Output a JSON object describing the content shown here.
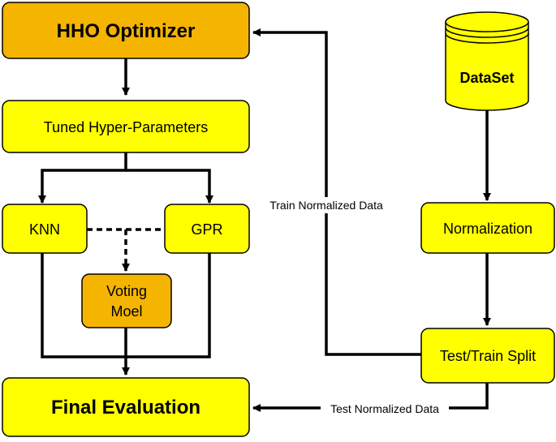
{
  "colors": {
    "yellow": "#FFFF00",
    "orange": "#F5B400",
    "stroke": "#000000"
  },
  "nodes": {
    "hho_optimizer": "HHO Optimizer",
    "tuned_hyper_parameters": "Tuned Hyper-Parameters",
    "knn": "KNN",
    "gpr": "GPR",
    "voting_model_line1": "Voting",
    "voting_model_line2": "Moel",
    "final_evaluation": "Final Evaluation",
    "dataset": "DataSet",
    "normalization": "Normalization",
    "test_train_split": "Test/Train Split"
  },
  "edges": {
    "train_normalized_data": "Train Normalized Data",
    "test_normalized_data": "Test Normalized Data"
  }
}
